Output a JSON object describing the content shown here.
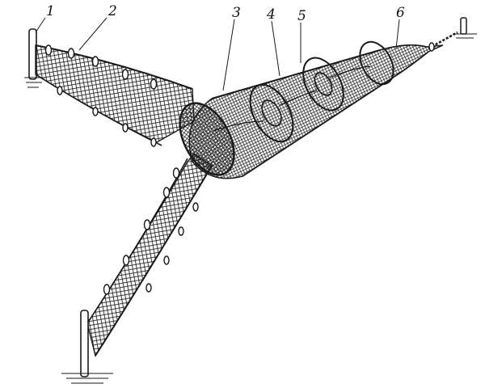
{
  "callouts": [
    {
      "id": "1",
      "text": "1"
    },
    {
      "id": "2",
      "text": "2"
    },
    {
      "id": "3",
      "text": "3"
    },
    {
      "id": "4",
      "text": "4"
    },
    {
      "id": "5",
      "text": "5"
    },
    {
      "id": "6",
      "text": "6"
    }
  ],
  "colors": {
    "ink": "#1a1a1a",
    "paper": "#ffffff"
  }
}
